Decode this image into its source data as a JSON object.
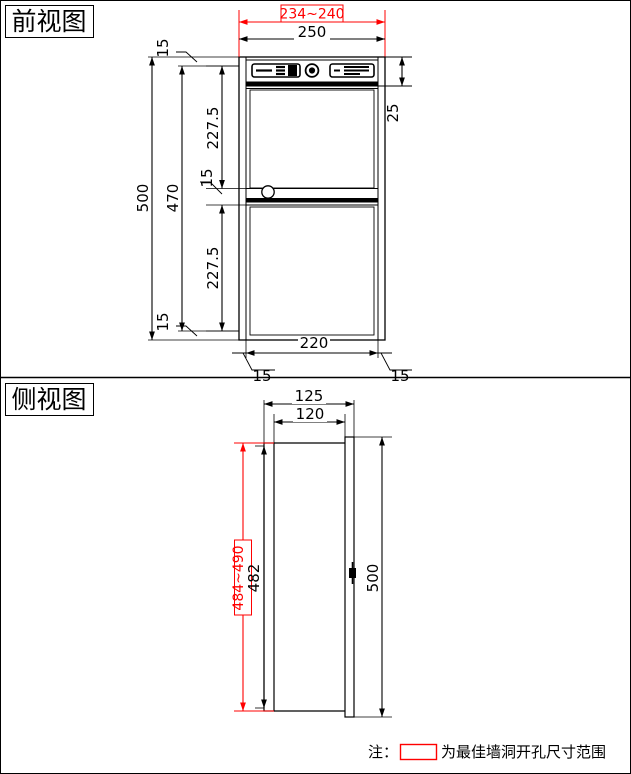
{
  "document": {
    "type": "engineering-dimension-drawing",
    "units": "mm",
    "line_color": "#000000",
    "highlight_color": "#ff0000",
    "background_color": "#ffffff"
  },
  "views": [
    {
      "id": "front-view",
      "label": "前视图",
      "label_en": "Front View"
    },
    {
      "id": "side-view",
      "label": "侧视图",
      "label_en": "Side View"
    }
  ],
  "front_view": {
    "label": "前视图",
    "dimensions": {
      "wall_opening_width": {
        "text": "234~240",
        "highlight": true,
        "color": "#ff0000",
        "orientation": "horizontal",
        "position": "top"
      },
      "outer_width": {
        "text": "250",
        "orientation": "horizontal",
        "position": "top"
      },
      "panel_height": {
        "text": "25",
        "orientation": "vertical",
        "position": "right"
      },
      "total_height": {
        "text": "500",
        "orientation": "vertical",
        "position": "left"
      },
      "inner_height": {
        "text": "470",
        "orientation": "vertical",
        "position": "left"
      },
      "upper_section": {
        "text": "227.5",
        "orientation": "vertical",
        "position": "left"
      },
      "middle_band": {
        "text": "15",
        "orientation": "vertical",
        "position": "left"
      },
      "lower_section": {
        "text": "227.5",
        "orientation": "vertical",
        "position": "left"
      },
      "top_flange": {
        "text": "15",
        "orientation": "vertical",
        "position": "left-leader"
      },
      "bottom_flange": {
        "text": "15",
        "orientation": "vertical",
        "position": "left-leader"
      },
      "inner_width": {
        "text": "220",
        "orientation": "horizontal",
        "position": "bottom"
      },
      "left_flange": {
        "text": "15",
        "orientation": "horizontal",
        "position": "bottom-left-leader"
      },
      "right_flange": {
        "text": "15",
        "orientation": "horizontal",
        "position": "bottom-right-leader"
      }
    },
    "control_panel": {
      "left_display": "display-segment-icon",
      "center_knob": "rotary-knob-icon",
      "right_display": "indicator-panel-icon"
    },
    "door_handle": "round-handle-icon"
  },
  "side_view": {
    "label": "侧视图",
    "dimensions": {
      "outer_depth": {
        "text": "125",
        "orientation": "horizontal",
        "position": "top"
      },
      "inner_depth": {
        "text": "120",
        "orientation": "horizontal",
        "position": "top"
      },
      "wall_opening_height": {
        "text": "484~490",
        "highlight": true,
        "color": "#ff0000",
        "orientation": "vertical",
        "position": "left"
      },
      "body_height": {
        "text": "482",
        "orientation": "vertical",
        "position": "left"
      },
      "front_height": {
        "text": "500",
        "orientation": "vertical",
        "position": "right"
      }
    },
    "door_handle": "side-handle-icon"
  },
  "note": {
    "prefix": "注：",
    "swatch": "red-rectangle-swatch",
    "swatch_color": "#ff0000",
    "text": "为最佳墙洞开孔尺寸范围",
    "full_text": "注： 为最佳墙洞开孔尺寸范围"
  }
}
